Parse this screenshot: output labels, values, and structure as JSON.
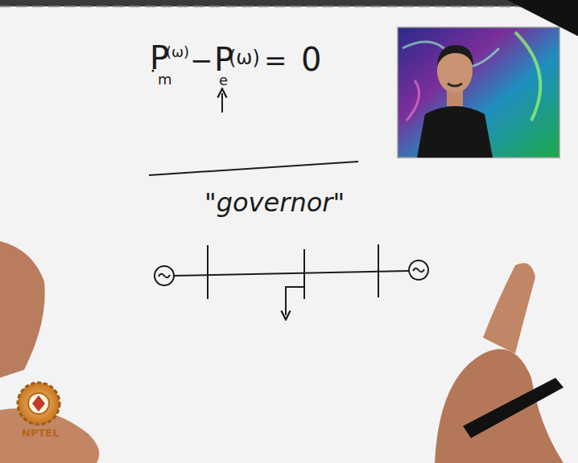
{
  "diagram": {
    "labels": [
      "P",
      "(ω)",
      "m",
      "−",
      "P",
      "e",
      "(ω)",
      "=",
      "0",
      "\"governor\"",
      "NPTEL"
    ]
  }
}
